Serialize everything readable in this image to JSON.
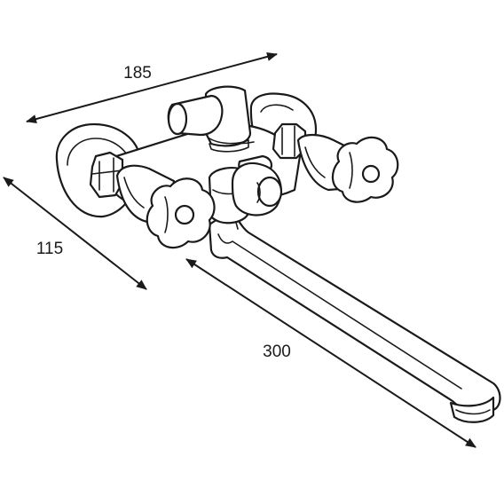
{
  "dimensions": {
    "width_label": "185",
    "depth_label": "115",
    "spout_label": "300"
  },
  "colors": {
    "ink": "#1a1a1a",
    "background": "#ffffff"
  }
}
